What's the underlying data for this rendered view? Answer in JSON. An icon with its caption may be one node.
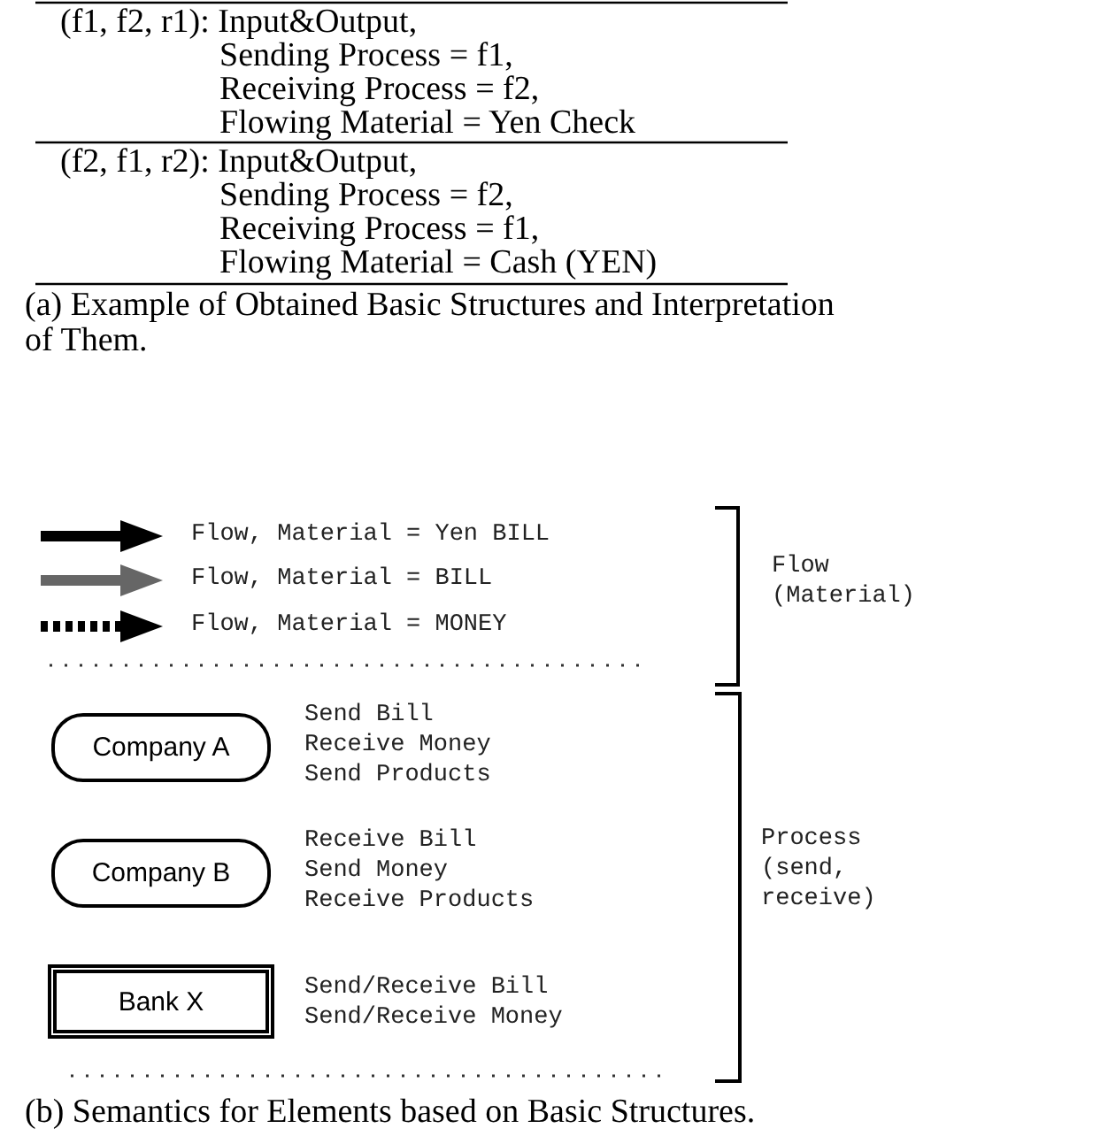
{
  "diagram": {
    "caption": "(b) Semantics for Elements based on Basic Structures.",
    "nodes": [
      {
        "text": [
          "Company A"
        ],
        "beside": [
          "Send Bill",
          "Receive Money",
          "Send Products"
        ]
      },
      {
        "text": [
          "Company B"
        ],
        "beside": [
          "Receive Bill",
          "Send Money",
          "Receive Products"
        ]
      },
      {
        "text": [
          "Bank X"
        ],
        "beside": [
          "Send/Receive Bill",
          "Send/Receive Money"
        ]
      }
    ],
    "edges": [],
    "labels": [
      "(f1, f2, r1): Input&Output,",
      "Sending Process = f1,",
      "Receiving Process = f2,",
      "Flowing Material = Yen Check",
      "(f2, f1, r2): Input&Output,",
      "Sending Process = f2,",
      "Receiving Process = f1,",
      "Flowing Material = Cash (YEN)",
      "(a) Example of Obtained Basic Structures and Interpretation of Them.",
      "Flow (Material)",
      "Process (send, receive)"
    ],
    "legend": [
      {
        "text": "Flow, Material = Yen BILL"
      },
      {
        "text": "Flow, Material = BILL"
      },
      {
        "text": "Flow, Material = MONEY"
      }
    ]
  }
}
